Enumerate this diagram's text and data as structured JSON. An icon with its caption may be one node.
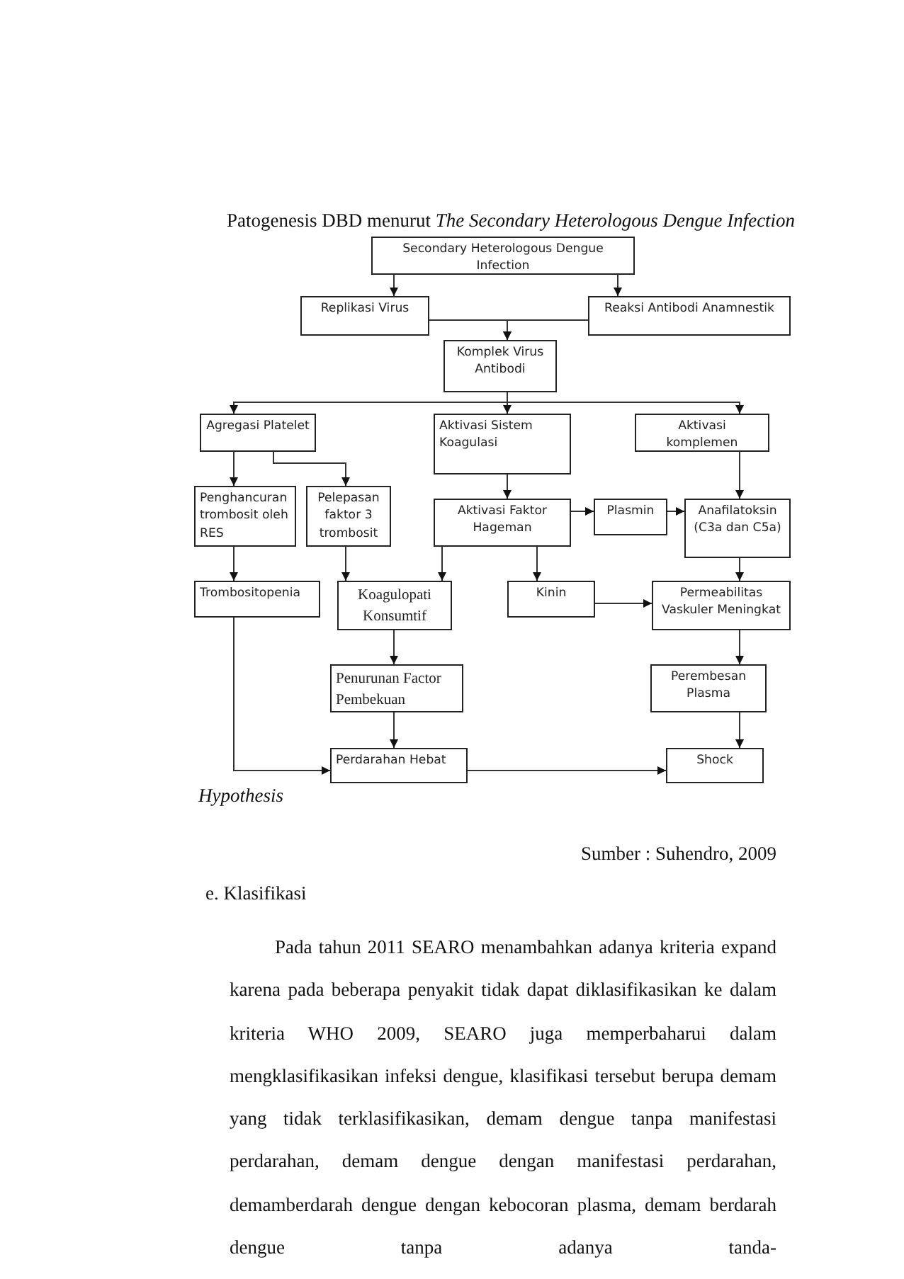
{
  "diagram": {
    "title": "Patogenesis DBD menurut *The Secondary Heterologous Dengue Infection*",
    "nodes": [
      {
        "text": [
          "Secondary Heterologous Dengue Infection"
        ]
      },
      {
        "text": [
          "Replikasi Virus"
        ]
      },
      {
        "text": [
          "Reaksi Antibodi Anamnestik"
        ]
      },
      {
        "text": [
          "Komplek Virus Antibodi"
        ]
      },
      {
        "text": [
          "Agregasi Platelet"
        ]
      },
      {
        "text": [
          "Aktivasi Sistem Koagulasi"
        ]
      },
      {
        "text": [
          "Aktivasi komplemen"
        ]
      },
      {
        "text": [
          "Penghancuran trombosit oleh RES"
        ]
      },
      {
        "text": [
          "Pelepasan faktor 3 trombosit"
        ]
      },
      {
        "text": [
          "Aktivasi Faktor Hageman"
        ]
      },
      {
        "text": [
          "Plasmin"
        ]
      },
      {
        "text": [
          "Anafilatoksin (C3a dan C5a)"
        ]
      },
      {
        "text": [
          "Trombositopenia"
        ]
      },
      {
        "text": [
          "Koagulopati Konsumtif"
        ]
      },
      {
        "text": [
          "Kinin"
        ]
      },
      {
        "text": [
          "Permeabilitas Vaskuler Meningkat"
        ]
      },
      {
        "text": [
          "Penurunan Factor Pembekuan"
        ]
      },
      {
        "text": [
          "Perembesan Plasma"
        ]
      },
      {
        "text": [
          "Perdarahan Hebat"
        ]
      },
      {
        "text": [
          "Shock"
        ]
      }
    ],
    "edges": [
      {
        "from": 0,
        "to": 1,
        "arrow": "to"
      },
      {
        "from": 0,
        "to": 2,
        "arrow": "to"
      },
      {
        "from": 1,
        "to": 3,
        "arrow": "to"
      },
      {
        "from": 2,
        "to": 3,
        "arrow": "to"
      },
      {
        "from": 3,
        "to": 4,
        "arrow": "to"
      },
      {
        "from": 3,
        "to": 5,
        "arrow": "to"
      },
      {
        "from": 3,
        "to": 6,
        "arrow": "to"
      },
      {
        "from": 4,
        "to": 7,
        "arrow": "to"
      },
      {
        "from": 4,
        "to": 8,
        "arrow": "to"
      },
      {
        "from": 5,
        "to": 9,
        "arrow": "to"
      },
      {
        "from": 6,
        "to": 11,
        "arrow": "to"
      },
      {
        "from": 9,
        "to": 10,
        "arrow": "to"
      },
      {
        "from": 10,
        "to": 11,
        "arrow": "to"
      },
      {
        "from": 7,
        "to": 12,
        "arrow": "to"
      },
      {
        "from": 8,
        "to": 13,
        "arrow": "to"
      },
      {
        "from": 9,
        "to": 13,
        "arrow": "to"
      },
      {
        "from": 9,
        "to": 14,
        "arrow": "to"
      },
      {
        "from": 11,
        "to": 15,
        "arrow": "to"
      },
      {
        "from": 14,
        "to": 15,
        "arrow": "to"
      },
      {
        "from": 13,
        "to": 16,
        "arrow": "to"
      },
      {
        "from": 15,
        "to": 17,
        "arrow": "to"
      },
      {
        "from": 16,
        "to": 18,
        "arrow": "to"
      },
      {
        "from": 17,
        "to": 19,
        "arrow": "to"
      },
      {
        "from": 12,
        "to": 18,
        "arrow": "to"
      },
      {
        "from": 18,
        "to": 19,
        "arrow": "to"
      }
    ],
    "labels": [
      "Hypothesis",
      "Sumber : Suhendro, 2009",
      "e. Klasifikasi",
      "Pada tahun 2011 SEARO menambahkan adanya kriteria expand karena pada beberapa penyakit tidak dapat diklasifikasikan ke dalam kriteria WHO 2009, SEARO juga memperbaharui dalam mengklasifikasikan infeksi dengue, klasifikasi tersebut berupa demam yang tidak terklasifikasikan, demam dengue tanpa manifestasi perdarahan, demam dengue dengan manifestasi perdarahan, demamberdarah dengue dengan kebocoran plasma, demam berdarah dengue tanpa adanya tanda-"
    ]
  }
}
